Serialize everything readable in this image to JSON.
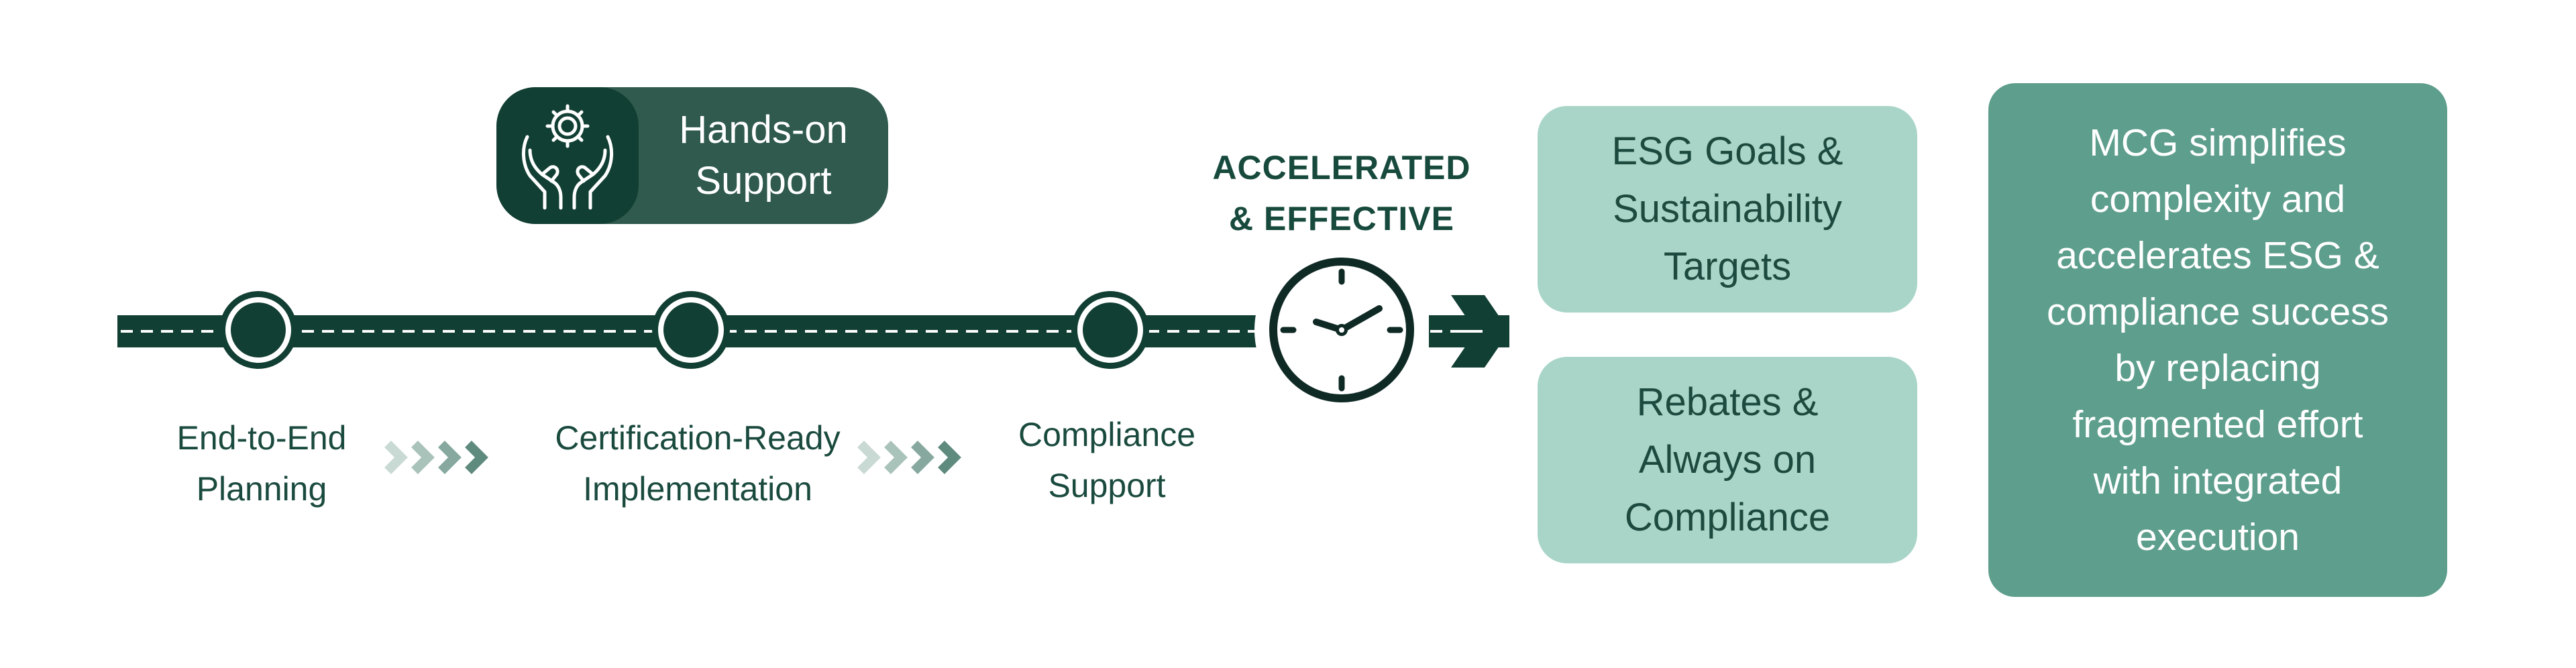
{
  "support": {
    "label_line1": "Hands-on",
    "label_line2": "Support",
    "icon": "hands-gear-icon"
  },
  "accelerated": {
    "line1": "ACCELERATED",
    "line2": "& EFFECTIVE",
    "icon": "clock-icon"
  },
  "steps": [
    {
      "line1": "End-to-End",
      "line2": "Planning"
    },
    {
      "line1": "Certification-Ready",
      "line2": "Implementation"
    },
    {
      "line1": "Compliance",
      "line2": "Support"
    }
  ],
  "outcomes": [
    {
      "line1": "ESG Goals &",
      "line2": "Sustainability",
      "line3": "Targets"
    },
    {
      "line1": "Rebates &",
      "line2": "Always on",
      "line3": "Compliance"
    }
  ],
  "summary": {
    "lines": [
      "MCG simplifies",
      "complexity and",
      "accelerates ESG &",
      "compliance success",
      "by replacing",
      "fragmented effort",
      "with integrated",
      "execution"
    ]
  },
  "colors": {
    "dark_green": "#123f33",
    "mid_green": "#2f5a4d",
    "light_teal": "#a9d5c8",
    "teal": "#5e9e8d",
    "text_green": "#1a4a3e"
  }
}
